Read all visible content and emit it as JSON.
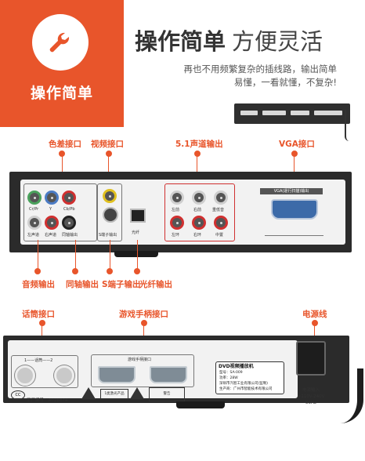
{
  "badge": {
    "title": "操作简单",
    "icon": "wrench-icon",
    "color": "#e8552b"
  },
  "headline": {
    "bold": "操作简单",
    "light": "方便灵活"
  },
  "description": [
    "再也不用频繁复杂的插线路，输出简单",
    "易懂，一看就懂，不复杂!"
  ],
  "top_labels": {
    "component": "色差接口",
    "video": "视频接口",
    "surround": "5.1声道输出",
    "vga": "VGA接口"
  },
  "bottom_labels": {
    "audio": "音频输出",
    "coax": "同轴输出",
    "svideo": "S端子输出",
    "optical": "光纤输出"
  },
  "panel1": {
    "jack_labels": [
      "Cr/Pr",
      "Y",
      "Cb/Pb",
      "左声道",
      "右声道",
      "同轴输出",
      "S端子输出",
      "光纤",
      "左前",
      "右前",
      "左环",
      "右环",
      "中置",
      "重低音"
    ],
    "vga_caption": "VGA(逐行扫描)输出"
  },
  "section2_labels": {
    "mic": "话筒接口",
    "gamepad": "游戏手柄接口",
    "power": "电源线"
  },
  "panel2": {
    "mic_caption": "1——话筒——2",
    "gamepad_caption": "游戏手柄接口",
    "info_title": "DVD视频播放机",
    "info_lines": [
      "型号：SA-009",
      "功率：28W",
      "深圳市汽智工业有限公司(监制)",
      "生产商：广州市智能技术有限公司"
    ],
    "power_text": [
      "电源输入",
      "~110V-240V 50Hz"
    ],
    "serial": "工厂编号：A028874",
    "cc": "CC",
    "badge_text": "1类激光产品",
    "warning_text": "警告"
  }
}
